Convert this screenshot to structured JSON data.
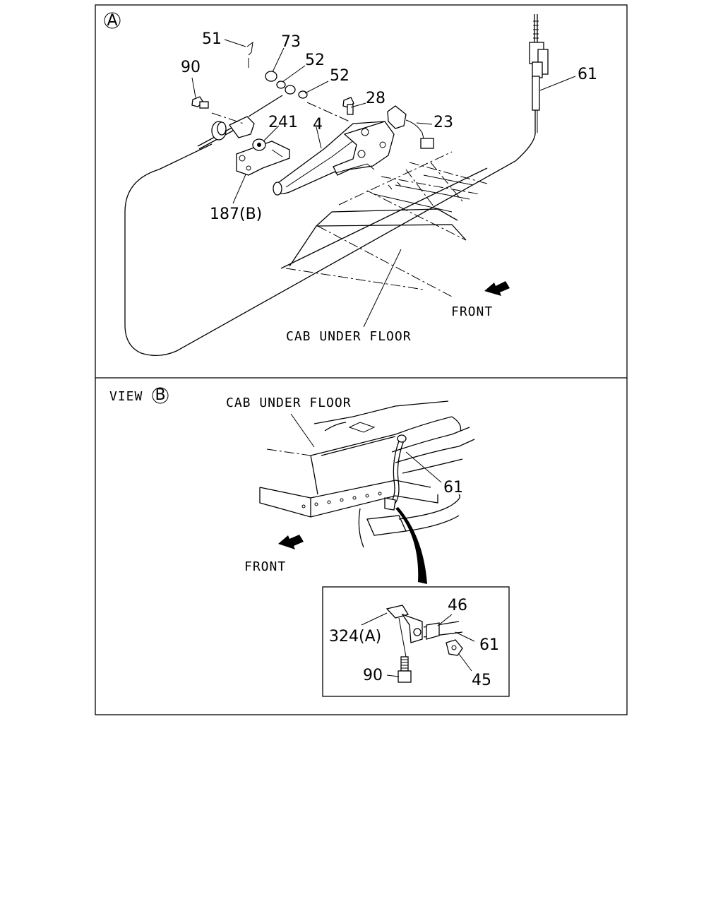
{
  "panel_a": {
    "marker": "A",
    "labels": {
      "l51": "51",
      "l73": "73",
      "l52a": "52",
      "l52b": "52",
      "l90": "90",
      "l28": "28",
      "l241": "241",
      "l4": "4",
      "l23": "23",
      "l61": "61",
      "l187": "187(B)"
    },
    "cab_under_floor": "CAB UNDER FLOOR",
    "front": "FRONT"
  },
  "panel_b": {
    "view_prefix": "VIEW",
    "marker": "B",
    "cab_under_floor": "CAB UNDER FLOOR",
    "front": "FRONT",
    "l61": "61",
    "inset": {
      "l46": "46",
      "l324": "324(A)",
      "l61": "61",
      "l90": "90",
      "l45": "45"
    }
  }
}
